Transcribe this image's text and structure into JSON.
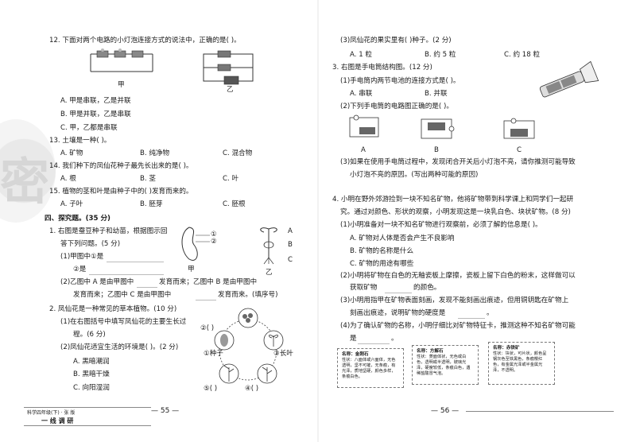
{
  "left": {
    "q12": {
      "stem": "12. 下面对两个电路的小灯泡连接方式的说法中，正确的是(      )。",
      "label_a": "甲",
      "label_b": "乙",
      "opt_a": "A. 甲是串联，乙是并联",
      "opt_b": "B. 甲是并联，乙是串联",
      "opt_c": "C. 甲，乙都是串联"
    },
    "q13": {
      "stem": "13. 土壤是一种(      )。",
      "a": "A. 矿物",
      "b": "B. 纯净物",
      "c": "C. 混合物"
    },
    "q14": {
      "stem": "14. 我们种下的凤仙花种子最先长出来的是(      )。",
      "a": "A. 根",
      "b": "B. 茎",
      "c": "C. 叶"
    },
    "q15": {
      "stem": "15. 植物的茎和叶是由种子中的(      )发育而来的。",
      "a": "A. 子叶",
      "b": "B. 胚芽",
      "c": "C. 胚根"
    },
    "section4": "四、探究题。(35 分)",
    "p1": {
      "stem1": "1. 右图是蚕豆种子和幼苗，根据图示回",
      "stem2": "答下列问题。(5 分)",
      "s1": "(1)甲图中①是",
      "s2": "②是",
      "s3": "(2)乙图中 A 是由甲图中",
      "s3b": "发育而来；乙图中 B 是由甲图中",
      "s4": "发育而来；乙图中 C 是由甲图中",
      "s4b": "发育而来。(填序号)",
      "fig_label_a": "甲",
      "fig_label_b": "乙",
      "fig_mark1": "①",
      "fig_mark2": "②",
      "fig_A": "A",
      "fig_B": "B",
      "fig_C": "C"
    },
    "p2": {
      "stem": "2. 凤仙花是一种常见的草本植物。(10 分)",
      "s1": "(1)在右图括号中填写凤仙花的主要生长过",
      "s1b": "程。(6 分)",
      "s2": "(2)凤仙花适宜生活的环境是(      )。(2 分)",
      "a": "A. 黑暗潮润",
      "b": "B. 黑暗干燥",
      "c": "C. 向阳湿润",
      "cycle_1": "①种子",
      "cycle_2": "②(    )",
      "cycle_3": "③长叶",
      "cycle_4": "④(    )",
      "cycle_5": "⑤(    )"
    },
    "footer_left": "科学四年级(下) · 张 版",
    "footer_brand": "一 线 调 研",
    "page_number": "— 55 —",
    "watermark_char": "密"
  },
  "right": {
    "q3": {
      "stem": "(3)凤仙花的果实里有(      )种子。(2 分)",
      "a": "A. 1 粒",
      "b": "B. 约 5 粒",
      "c": "C. 约 18 粒"
    },
    "p3": {
      "stem": "3. 右图是手电筒结构图。(12 分)",
      "s1": "(1)手电筒内两节电池的连接方式是(      )。",
      "a": "A. 串联",
      "b": "B. 并联",
      "s2": "(2)下列手电筒的电路图正确的是(      )。",
      "la": "A",
      "lb": "B",
      "lc": "C",
      "s3": "(3)如果在使用手电筒过程中，发现闭合开关后小灯泡不亮，请你推测可能导致",
      "s3b": "小灯泡不亮的原因。(写出两种可能的原因)"
    },
    "p4": {
      "stem": "4. 小明在野外郊游捡到一块不知名矿物，他将矿物带到科学课上和同学们一起研",
      "stem2": "究。通过对颜色、形状的观察，小明发现这是一块乳白色、块状矿物。(8 分)",
      "s1": "(1)小明准备对一块不知名矿物进行观察前，必须了解的信息是(      )。",
      "a": "A. 矿物对人体是否会产生不良影响",
      "b": "B. 矿物的名称是什么",
      "c": "C. 矿物的用途有哪些",
      "s2": "(2)小明将矿物在白色的无釉瓷板上摩擦，瓷板上留下白色的粉末，这样做可以",
      "s2b": "获取矿物",
      "s2c": "的颜色。",
      "s3": "(3)小明用指甲在矿物表面刻画，发现不能刻画出痕迹，但用铜钥匙在矿物上",
      "s3b": "刻画出痕迹，说明矿物的硬度是",
      "s3c": "。",
      "s4": "(4)为了确认矿物的名称，小明仔细比对矿物特征卡，推测这种不知名矿物可能",
      "s4b": "是",
      "s4c": "。",
      "cards": [
        {
          "title": "名称：金刚石",
          "body": "性状：八面体或六面体，无色透明，坚不可摧，无条痕，有光泽，质地坚硬，颜色多样，条痕白色。"
        },
        {
          "title": "名称：方解石",
          "body": "性状：菱面体状，无色或白色，透明或半透明，玻璃光泽，硬度较低，条痕白色，遇稀盐酸冒气泡。"
        },
        {
          "title": "名称：赤铁矿",
          "body": "性状：块状，可片状，颜色呈钢灰色至铁黑色，条痕樱红色，有金属光泽或半金属光泽，不透明。"
        }
      ]
    },
    "page_number": "— 56 —"
  }
}
